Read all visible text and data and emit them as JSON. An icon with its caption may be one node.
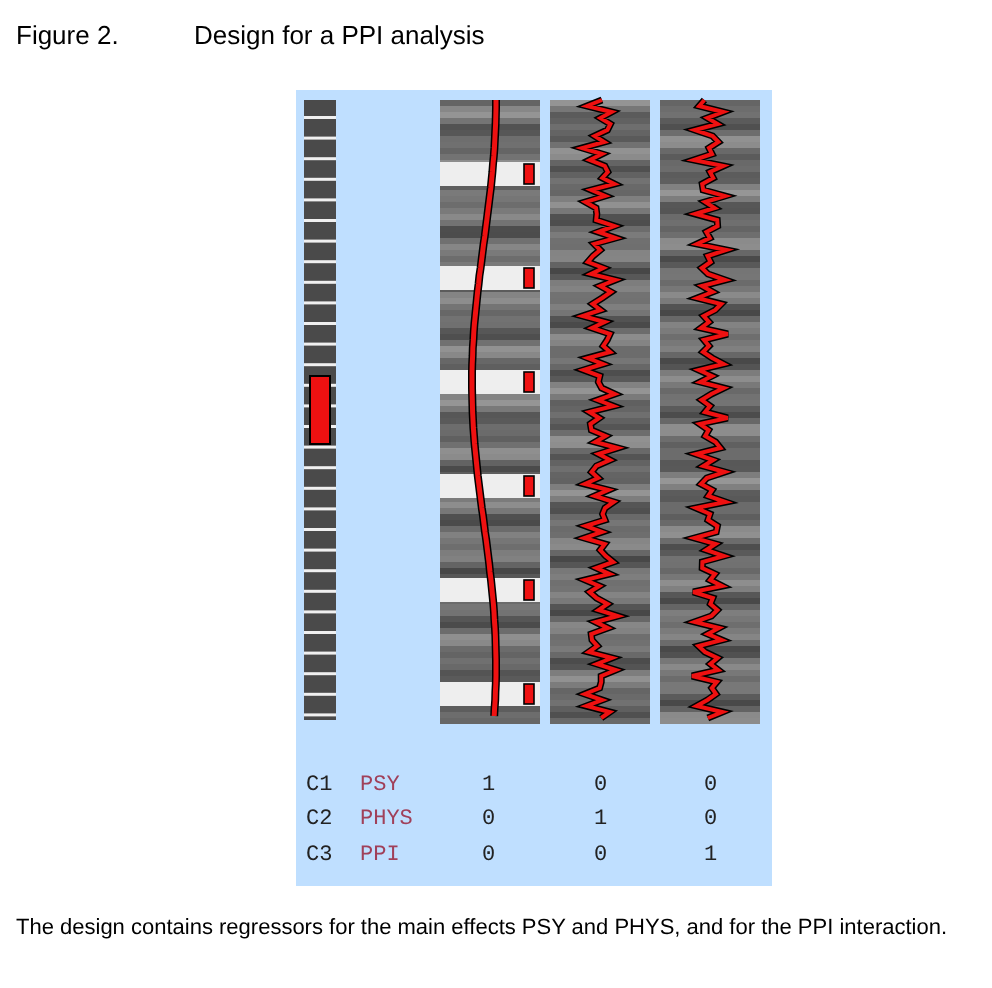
{
  "diagram": {
    "title": "Design for a PPI analysis",
    "caption": "The design contains regressors for the main effects PSY and PHYS, and for the PPI interaction.",
    "labels": [
      "Figure 2.",
      "C1",
      "PSY",
      "1",
      "0",
      "0",
      "C2",
      "PHYS",
      "0",
      "1",
      "0",
      "C3",
      "PPI",
      "0",
      "0",
      "1"
    ]
  }
}
